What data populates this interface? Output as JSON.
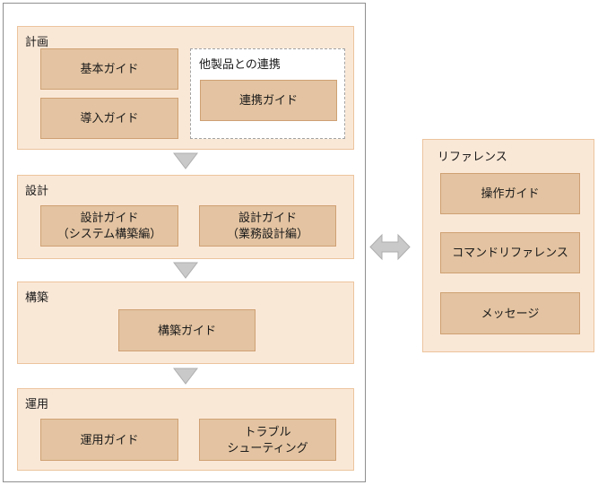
{
  "colors": {
    "panel_fill": "#fae8d7",
    "panel_border": "#ecc49d",
    "box_fill": "#e3c3a1",
    "box_border": "#cfa173",
    "arrow_fill": "#c9c9c9",
    "arrow_outline": "#aeaeae",
    "container_border": "#8f8f8f",
    "dashed_border": "#a3a3a3",
    "text": "#1a1a1a"
  },
  "flow": {
    "phases": [
      {
        "label": "計画",
        "boxes": [
          {
            "label": "基本ガイド"
          },
          {
            "label": "導入ガイド"
          }
        ],
        "group": {
          "label": "他製品との連携",
          "boxes": [
            {
              "label": "連携ガイド"
            }
          ]
        }
      },
      {
        "label": "設計",
        "boxes": [
          {
            "label": "設計ガイド",
            "label2": "（システム構築編）"
          },
          {
            "label": "設計ガイド",
            "label2": "（業務設計編）"
          }
        ]
      },
      {
        "label": "構築",
        "boxes": [
          {
            "label": "構築ガイド"
          }
        ]
      },
      {
        "label": "運用",
        "boxes": [
          {
            "label": "運用ガイド"
          },
          {
            "label": "トラブル",
            "label2": "シューティング"
          }
        ]
      }
    ]
  },
  "reference": {
    "label": "リファレンス",
    "boxes": [
      {
        "label": "操作ガイド"
      },
      {
        "label": "コマンドリファレンス"
      },
      {
        "label": "メッセージ"
      }
    ]
  }
}
